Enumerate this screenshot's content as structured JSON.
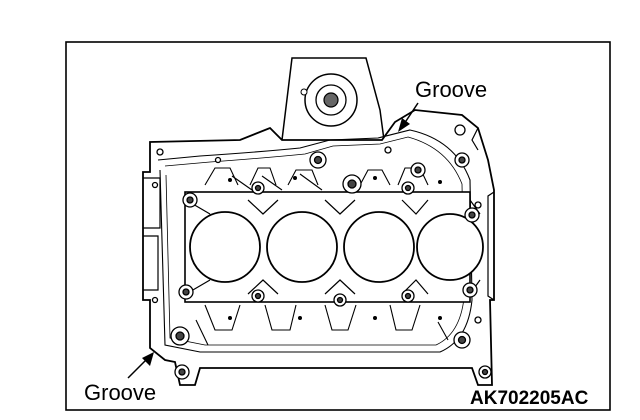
{
  "diagram": {
    "callouts": {
      "groove_top": "Groove",
      "groove_bottom": "Groove"
    },
    "figure_code": "AK702205AC",
    "cylinder_count": 4
  }
}
